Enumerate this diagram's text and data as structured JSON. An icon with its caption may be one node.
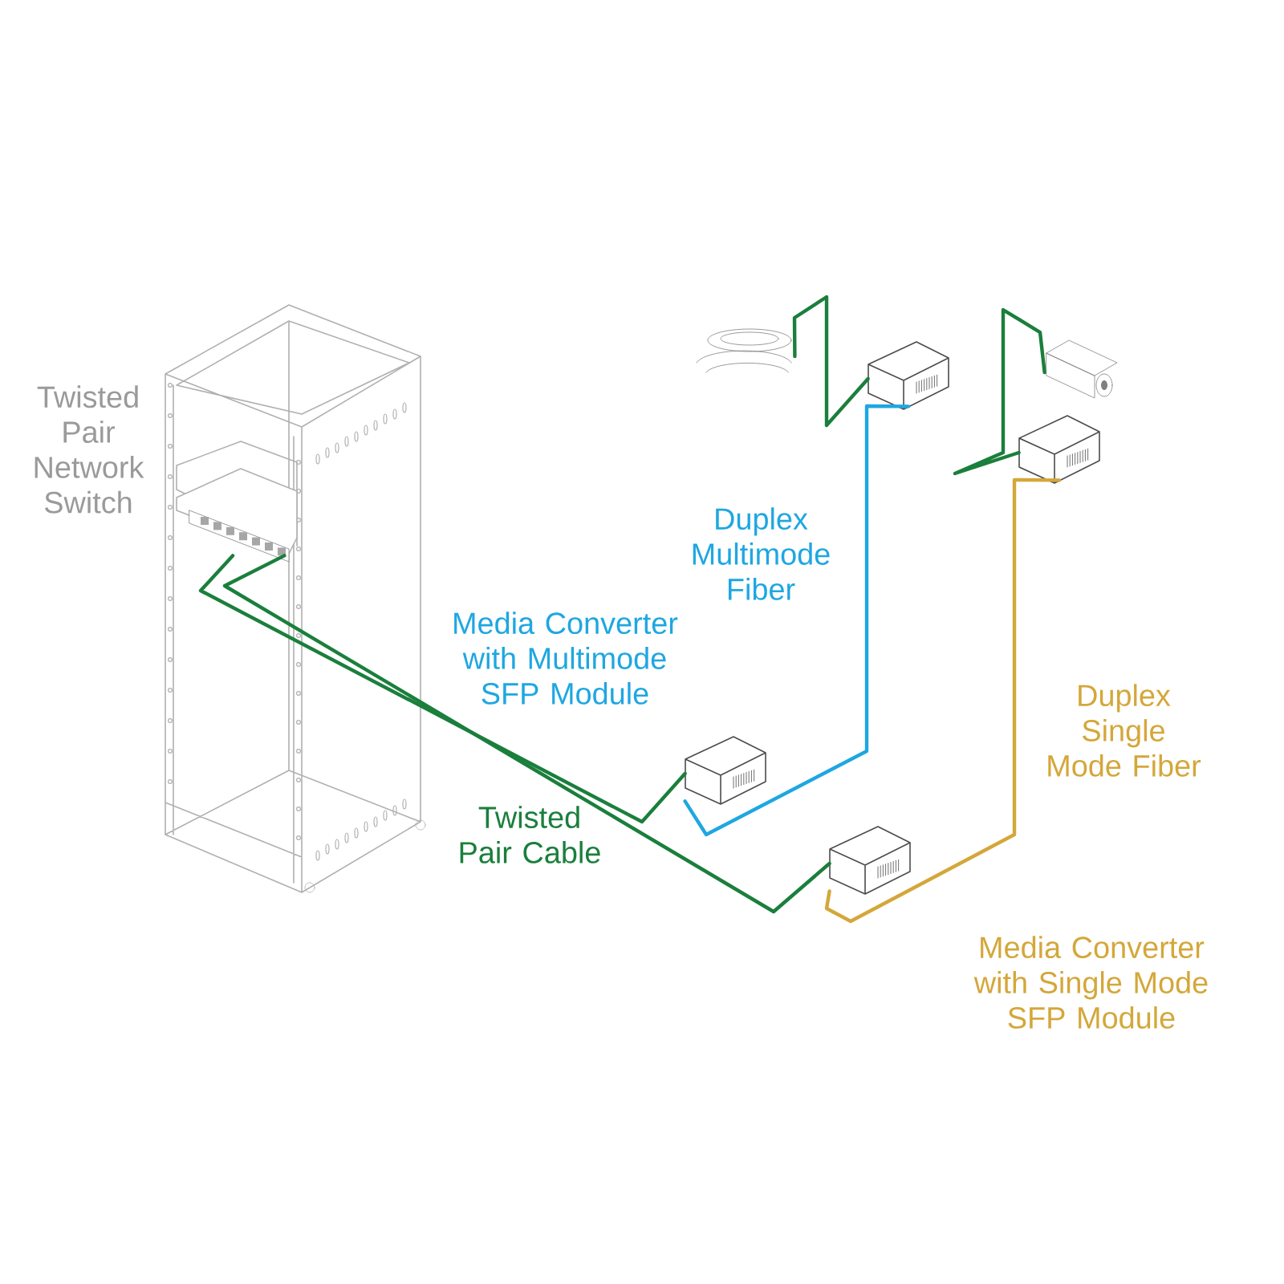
{
  "diagram": {
    "nodes": [
      {
        "text": [],
        "shape": "box",
        "beside": [
          "Twisted Pair Network Switch"
        ]
      },
      {
        "text": [],
        "shape": "box",
        "beside": [
          "Media Converter with Multimode SFP Module"
        ]
      },
      {
        "text": [],
        "shape": "box",
        "beside": [
          "Media Converter with Single Mode SFP Module"
        ]
      },
      {
        "text": [],
        "shape": "picture"
      },
      {
        "text": [],
        "shape": "box"
      },
      {
        "text": [],
        "shape": "box"
      },
      {
        "text": [],
        "shape": "box"
      }
    ],
    "edges": [
      {
        "from": 0,
        "to": 1,
        "arrow": "none"
      },
      {
        "from": 0,
        "to": 2,
        "arrow": "none"
      },
      {
        "from": 1,
        "to": 4,
        "arrow": "none",
        "label": "Duplex Multimode Fiber",
        "color": "#1ea7e1"
      },
      {
        "from": 2,
        "to": 6,
        "arrow": "none",
        "label": "Duplex Single Mode Fiber",
        "color": "#d4a73a"
      },
      {
        "from": 4,
        "to": 3,
        "arrow": "none"
      },
      {
        "from": 6,
        "to": 5,
        "arrow": "none"
      }
    ],
    "labels": [
      "Twisted Pair Cable"
    ]
  }
}
